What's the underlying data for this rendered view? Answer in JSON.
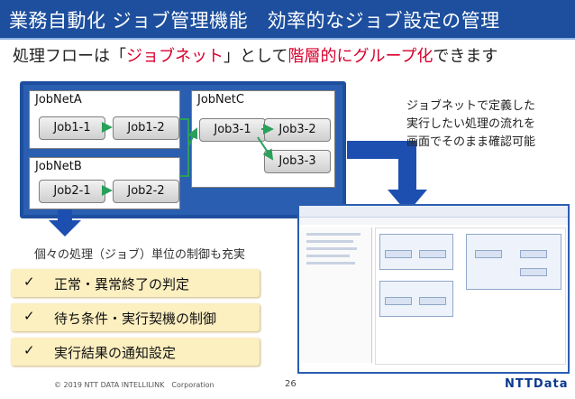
{
  "header": {
    "title": "業務自動化 ジョブ管理機能　効率的なジョブ設定の管理"
  },
  "subtitle": {
    "part1": "処理フローは「",
    "part2": "ジョブネット",
    "part3": "」として",
    "part4": "階層的にグループ化",
    "part5": "できます"
  },
  "jobnets": {
    "a": {
      "label": "JobNetA",
      "jobs": [
        "Job1-1",
        "Job1-2"
      ]
    },
    "b": {
      "label": "JobNetB",
      "jobs": [
        "Job2-1",
        "Job2-2"
      ]
    },
    "c": {
      "label": "JobNetC",
      "jobs": [
        "Job3-1",
        "Job3-2",
        "Job3-3"
      ]
    }
  },
  "description": "ジョブネットで定義した\n実行したい処理の流れを\n画面でそのまま確認可能",
  "note": "個々の処理（ジョブ）単位の制御も充実",
  "checks": [
    "正常・異常終了の判定",
    "待ち条件・実行契機の制御",
    "実行結果の通知設定"
  ],
  "check_mark": "✓",
  "footer": {
    "copyright": "© 2019 NTT DATA INTELLILINK　Corporation",
    "page": "26",
    "logo": "NTTData"
  },
  "colors": {
    "header": "#1d4f9e",
    "accent_red": "#d8002e",
    "arrow_green": "#2aa05a",
    "check_bg": "#fcefc0"
  }
}
